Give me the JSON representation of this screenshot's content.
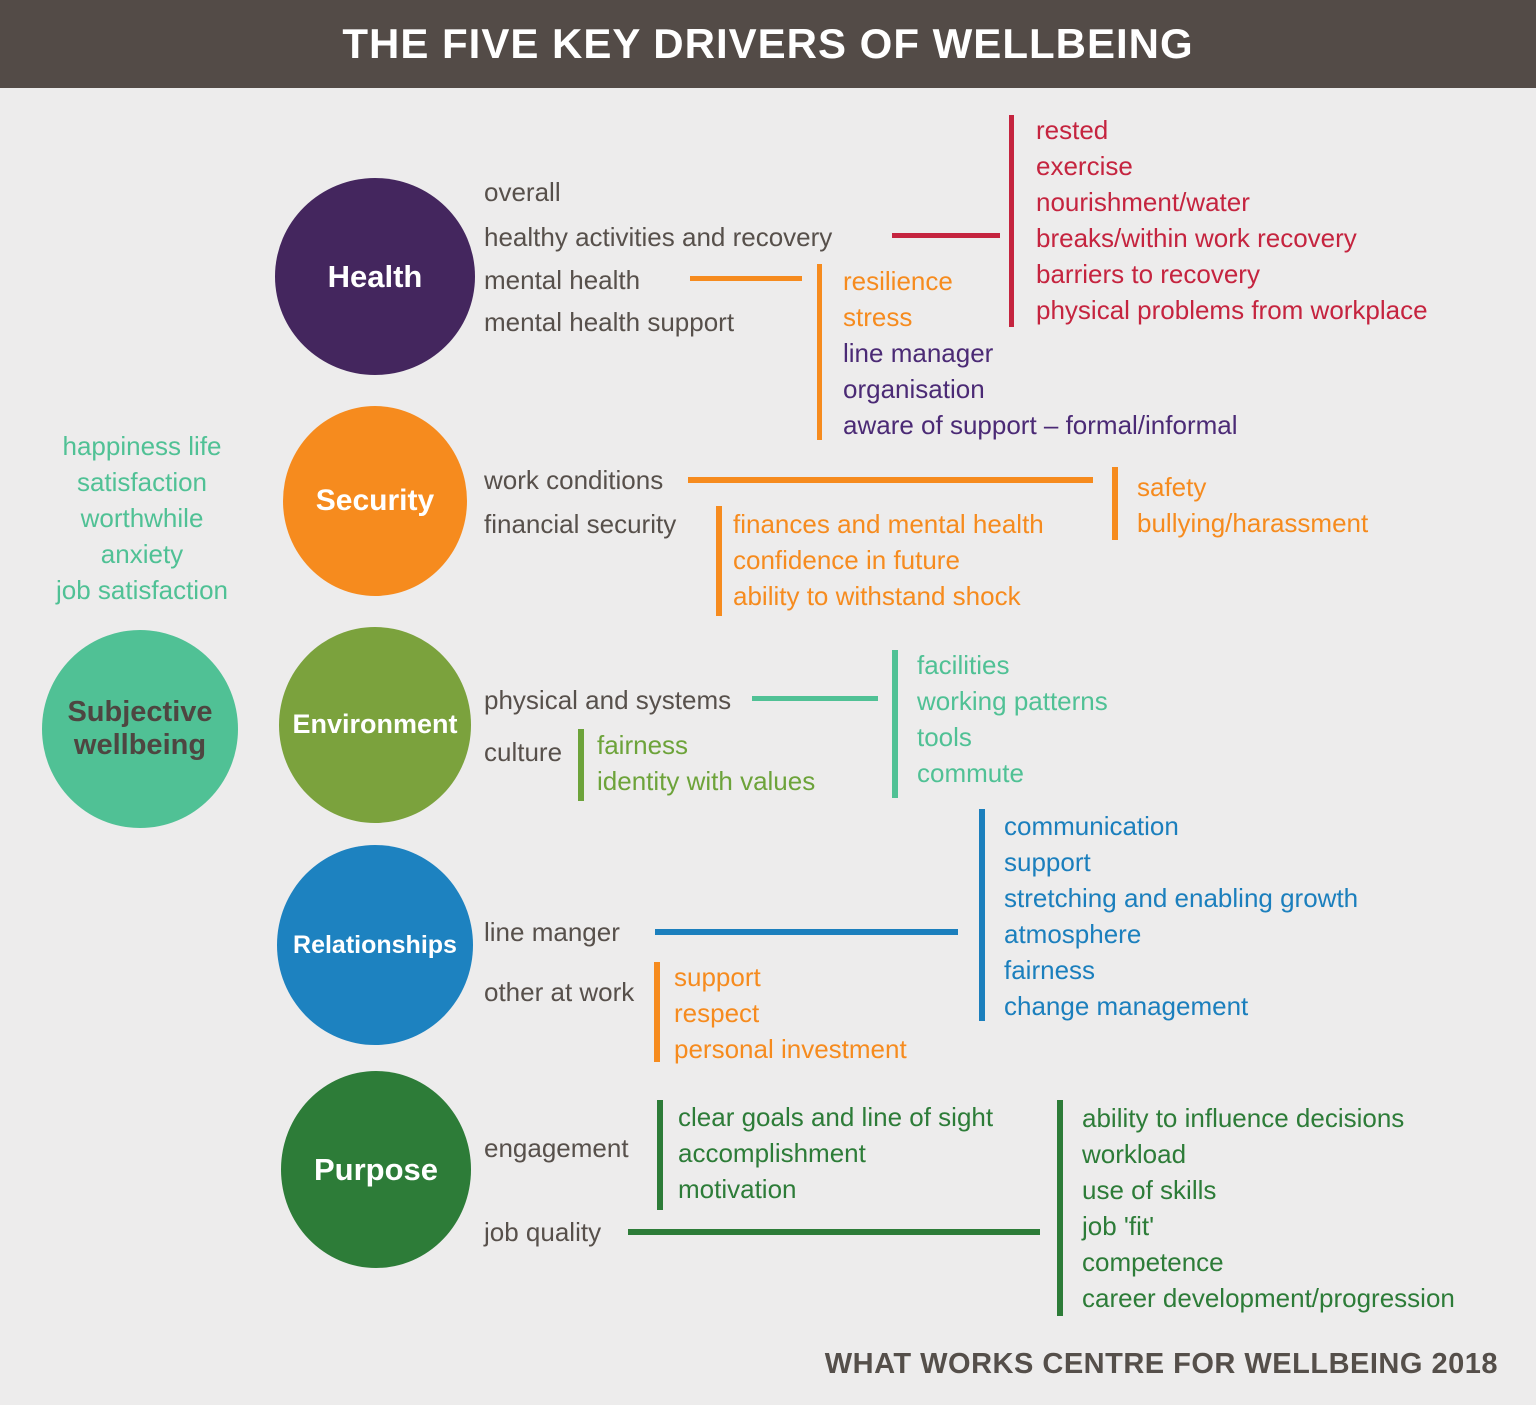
{
  "header": {
    "title": "THE FIVE KEY DRIVERS OF WELLBEING"
  },
  "footer": {
    "credit": "WHAT WORKS CENTRE FOR WELLBEING 2018"
  },
  "subjective": {
    "circle_label": "Subjective wellbeing",
    "measures": [
      "happiness life",
      "satisfaction",
      "worthwhile",
      "anxiety",
      "job satisfaction"
    ]
  },
  "health": {
    "circle_label": "Health",
    "items": [
      "overall",
      "healthy activities and recovery",
      "mental health",
      "mental health support"
    ],
    "recovery_factors": [
      "rested",
      "exercise",
      "nourishment/water",
      "breaks/within work recovery",
      "barriers to recovery",
      "physical problems from workplace"
    ],
    "mental_health_factors_personal": [
      "resilience",
      "stress"
    ],
    "mental_health_factors_support": [
      "line manager",
      "organisation",
      "aware of support – formal/informal"
    ]
  },
  "security": {
    "circle_label": "Security",
    "items": [
      "work conditions",
      "financial security"
    ],
    "work_conditions_factors": [
      "safety",
      "bullying/harassment"
    ],
    "financial_factors": [
      "finances and mental health",
      "confidence in future",
      "ability to withstand shock"
    ]
  },
  "environment": {
    "circle_label": "Environment",
    "items": [
      "physical and systems",
      "culture"
    ],
    "physical_factors": [
      "facilities",
      "working patterns",
      "tools",
      "commute"
    ],
    "culture_factors": [
      "fairness",
      "identity with values"
    ]
  },
  "relationships": {
    "circle_label": "Relationships",
    "items": [
      "line manger",
      "other at work"
    ],
    "line_manager_factors": [
      "communication",
      "support",
      "stretching and enabling growth",
      "atmosphere",
      "fairness",
      "change management"
    ],
    "others_factors": [
      "support",
      "respect",
      "personal investment"
    ]
  },
  "purpose": {
    "circle_label": "Purpose",
    "items": [
      "engagement",
      "job quality"
    ],
    "engagement_factors": [
      "clear goals and line of sight",
      "accomplishment",
      "motivation"
    ],
    "job_quality_factors": [
      "ability to influence decisions",
      "workload",
      "use of skills",
      "job 'fit'",
      "competence",
      "career development/progression"
    ]
  },
  "colors": {
    "header_bg": "#534b47",
    "page_bg": "#edecec",
    "health_purple": "#44265e",
    "security_orange": "#f68b1e",
    "environment_olive": "#7ba23d",
    "relationships_blue": "#1d82c0",
    "purpose_green": "#2d7c38",
    "subjective_teal": "#50c195",
    "red_accent": "#c5243f",
    "purple_text": "#4b2a75",
    "gray_text": "#57504b"
  }
}
